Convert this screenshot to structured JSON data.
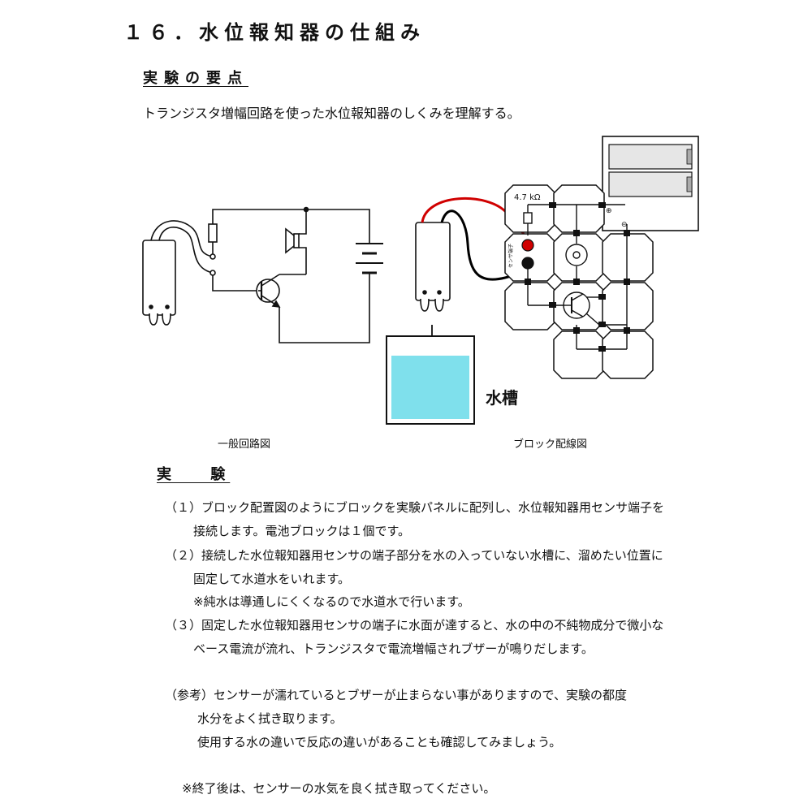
{
  "title": "１６．水位報知器の仕組み",
  "section_points": "実験の要点",
  "intro": "トランジスタ増幅回路を使った水位報知器のしくみを理解する。",
  "captions": {
    "general_circuit": "一般回路図",
    "block_wiring": "ブロック配線図"
  },
  "tank_label": "水槽",
  "block_labels": {
    "resistor": "4.7 kΩ",
    "sensor_block": "センサ端子",
    "plus": "⊕",
    "minus": "⊖"
  },
  "section_experiment": "実 験",
  "steps": {
    "s1a": "（１）ブロック配置図のようにブロックを実験パネルに配列し、水位報知器用センサ端子を",
    "s1b": "接続します。電池ブロックは１個です。",
    "s2a": "（２）接続した水位報知器用センサの端子部分を水の入っていない水槽に、溜めたい位置に",
    "s2b": "固定して水道水をいれます。",
    "s2c": "※純水は導通しにくくなるので水道水で行います。",
    "s3a": "（３）固定した水位報知器用センサの端子に水面が達すると、水の中の不純物成分で微小な",
    "s3b": "ベース電流が流れ、トランジスタで電流増幅されブザーが鳴りだします。"
  },
  "reference": {
    "r1": "（参考）センサーが濡れているとブザーが止まらない事がありますので、実験の都度",
    "r2": "水分をよく拭き取ります。",
    "r3": "使用する水の違いで反応の違いがあることも確認してみましょう。"
  },
  "closing_note": "※終了後は、センサーの水気を良く拭き取ってください。",
  "colors": {
    "red_wire": "#d00000",
    "black_wire": "#000000",
    "water": "#7fe0ec",
    "battery_gray": "#e6e6e6"
  }
}
